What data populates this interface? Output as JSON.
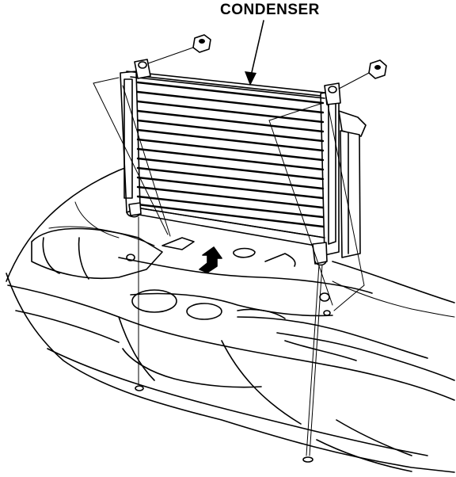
{
  "diagram": {
    "callout_label": "CONDENSER",
    "parts": [
      {
        "name": "condenser"
      },
      {
        "name": "mounting-bolt-left"
      },
      {
        "name": "mounting-bolt-right"
      },
      {
        "name": "lower-mount-pin-left"
      },
      {
        "name": "lower-mount-pin-right"
      },
      {
        "name": "front-bumper"
      }
    ]
  }
}
